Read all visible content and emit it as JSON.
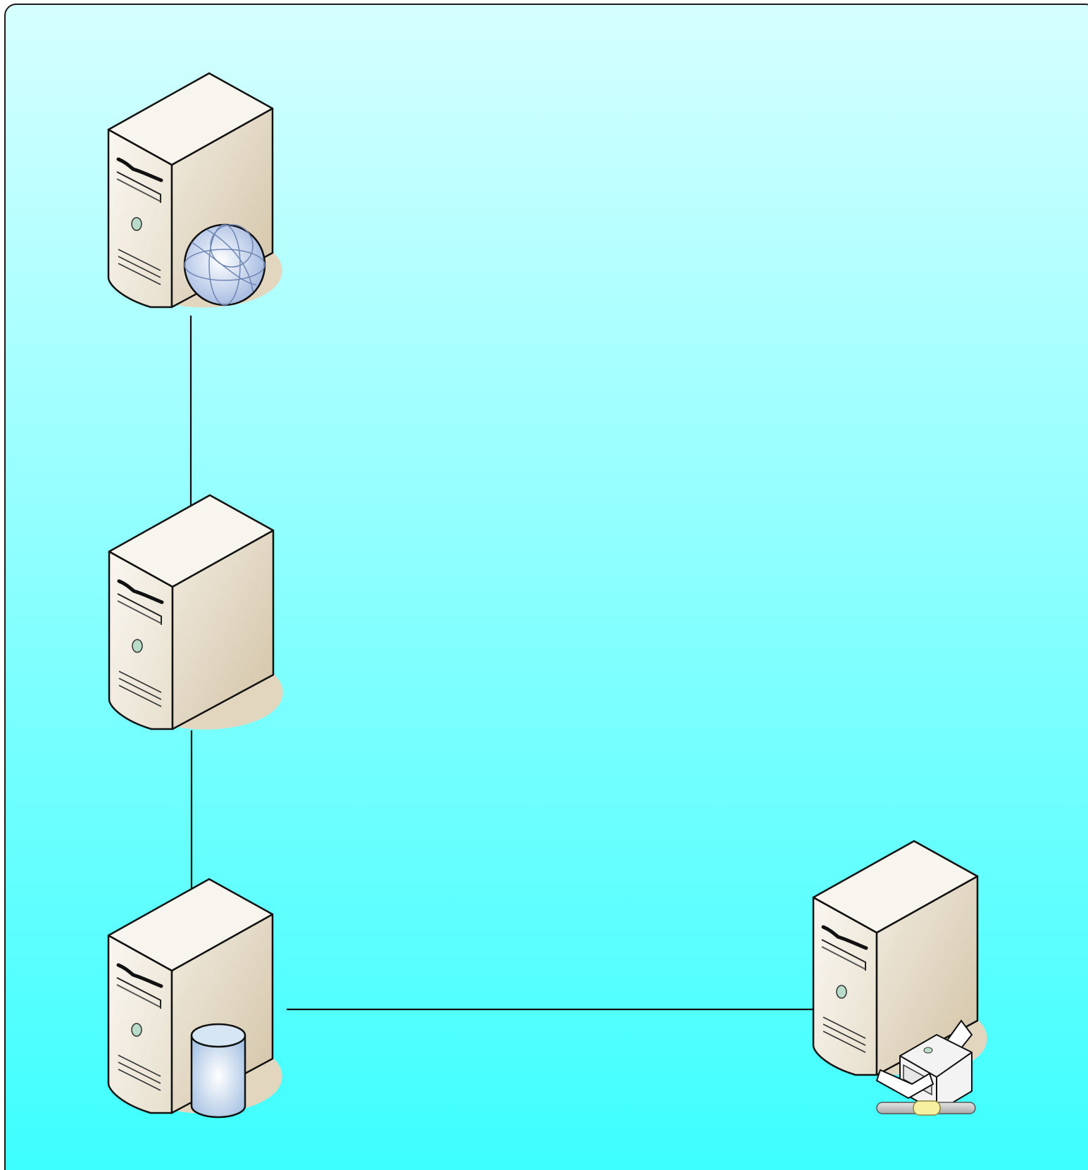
{
  "diagram": {
    "background": {
      "top_color": "#d6ffff",
      "bottom_color": "#3cffff",
      "border_color": "#1a1a1a"
    },
    "nodes": [
      {
        "id": "web-server",
        "kind": "server",
        "badge": "globe-icon"
      },
      {
        "id": "app-server",
        "kind": "server",
        "badge": ""
      },
      {
        "id": "database-server",
        "kind": "server",
        "badge": "database-icon"
      },
      {
        "id": "print-server",
        "kind": "server",
        "badge": "printer-icon"
      }
    ],
    "links": [
      {
        "from": "web-server",
        "to": "app-server"
      },
      {
        "from": "app-server",
        "to": "database-server"
      },
      {
        "from": "database-server",
        "to": "print-server"
      }
    ],
    "colors": {
      "server_face": "#efe9dc",
      "server_side": "#d9ccb3",
      "shadow": "#e3d6bf",
      "outline": "#111111",
      "link": "#111111",
      "globe": "#b7c9e8",
      "database": "#bcd3ea",
      "printer": "#f3f3f3",
      "power_led": "#b9dcc8"
    }
  }
}
